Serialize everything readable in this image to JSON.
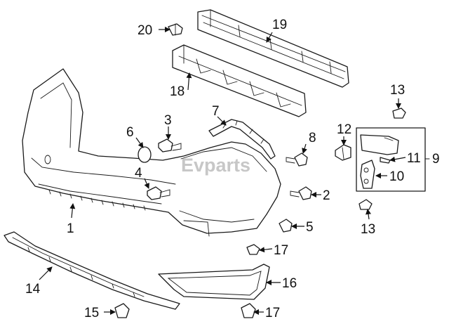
{
  "watermark": "Evparts",
  "callouts": [
    {
      "id": "c1",
      "label": "1"
    },
    {
      "id": "c2",
      "label": "2"
    },
    {
      "id": "c3",
      "label": "3"
    },
    {
      "id": "c4",
      "label": "4"
    },
    {
      "id": "c5",
      "label": "5"
    },
    {
      "id": "c6",
      "label": "6"
    },
    {
      "id": "c7",
      "label": "7"
    },
    {
      "id": "c8",
      "label": "8"
    },
    {
      "id": "c9",
      "label": "9"
    },
    {
      "id": "c10",
      "label": "10"
    },
    {
      "id": "c11",
      "label": "11"
    },
    {
      "id": "c12",
      "label": "12"
    },
    {
      "id": "c13a",
      "label": "13"
    },
    {
      "id": "c13b",
      "label": "13"
    },
    {
      "id": "c14",
      "label": "14"
    },
    {
      "id": "c15",
      "label": "15"
    },
    {
      "id": "c16",
      "label": "16"
    },
    {
      "id": "c17a",
      "label": "17"
    },
    {
      "id": "c17b",
      "label": "17"
    },
    {
      "id": "c18",
      "label": "18"
    },
    {
      "id": "c19",
      "label": "19"
    },
    {
      "id": "c20",
      "label": "20"
    }
  ]
}
